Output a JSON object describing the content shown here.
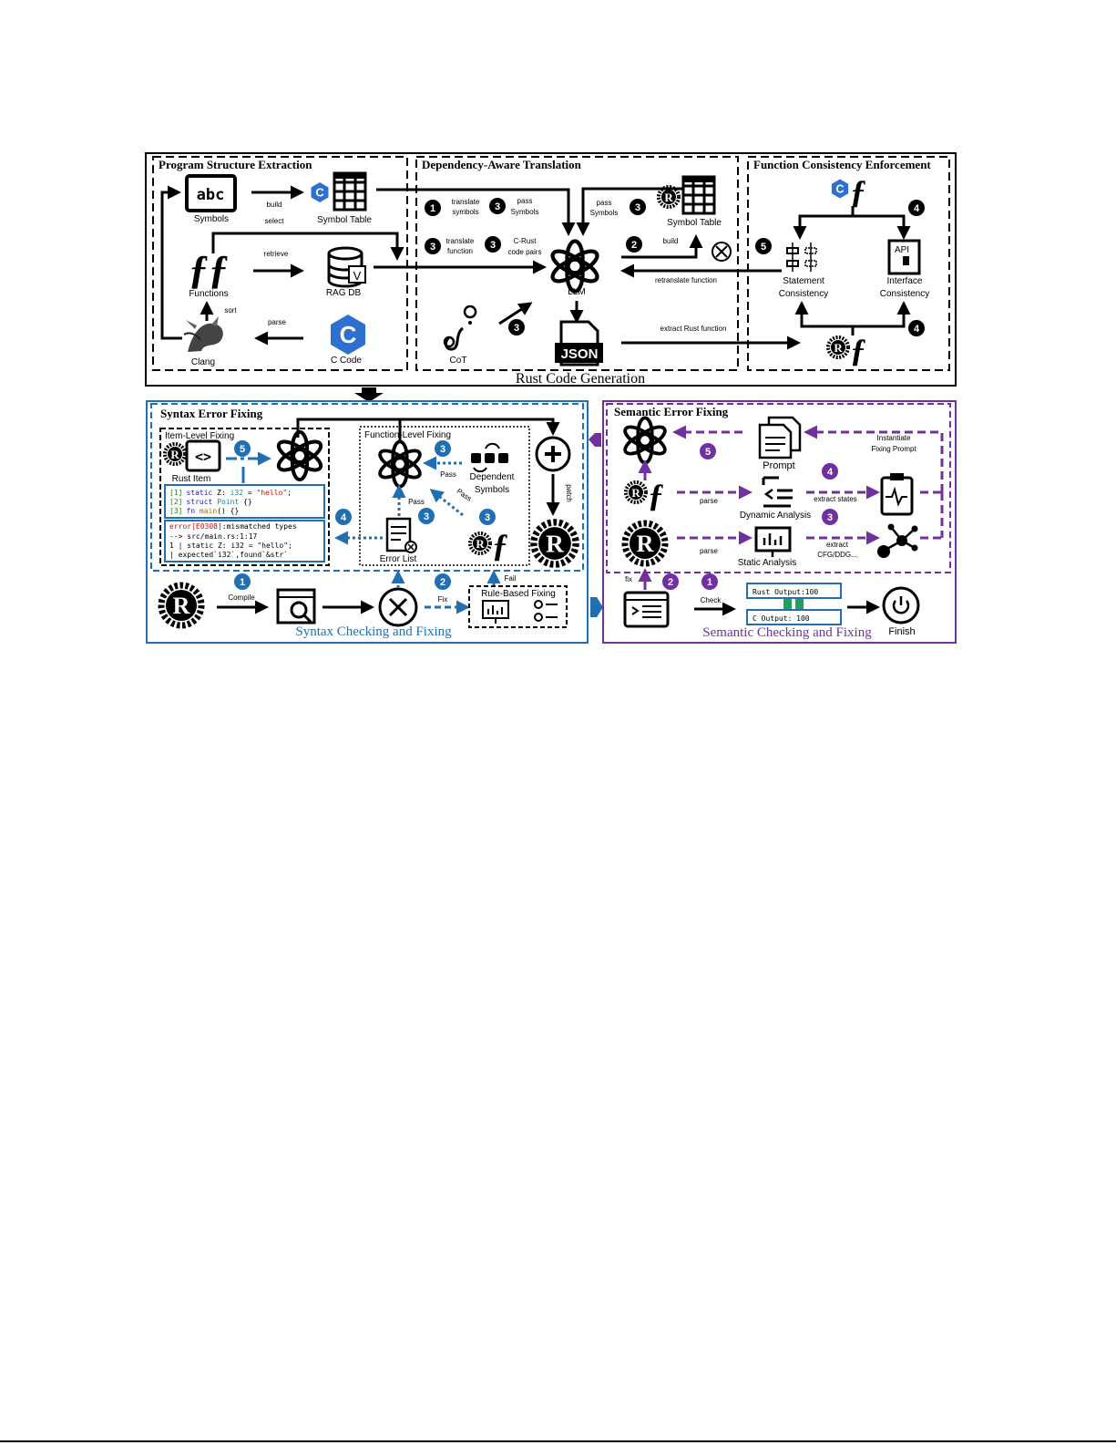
{
  "colors": {
    "black": "#000000",
    "syntax_blue": "#1f6fb2",
    "semantic_purple": "#7030a0",
    "c_logo_blue": "#2e6fd2",
    "code_green": "#1a8a1a",
    "code_red": "#cc1111",
    "output_green": "#22a05a"
  },
  "top": {
    "section_label": "Rust Code Generation",
    "pse": {
      "title": "Program Structure Extraction",
      "symbols_glyph": "abc",
      "symbols": "Symbols",
      "build": "build",
      "select": "select",
      "symbol_table": "Symbol Table",
      "functions": "Functions",
      "retrieve": "retrieve",
      "rag_db": "RAG DB",
      "sort": "sort",
      "parse": "parse",
      "clang": "Clang",
      "c_code": "C Code"
    },
    "dat": {
      "title": "Dependency-Aware Translation",
      "n1": "1",
      "n3": "3",
      "n2": "2",
      "translate_symbols": "translate\nsymbols",
      "pass_symbols": "pass\nSymbols",
      "pass_symbols_right": "pass\nSymbols",
      "translate_function": "translate\nfunction",
      "c_rust_pairs": "C-Rust\ncode pairs",
      "symbol_table": "Symbol Table",
      "build": "build",
      "llm": "LLM",
      "cot": "CoT",
      "json": "JSON",
      "retranslate": "retranslate function",
      "extract_rust": "extract Rust function"
    },
    "fce": {
      "title": "Function Consistency Enforcement",
      "n4": "4",
      "n5": "5",
      "statement": "Statement\nConsistency",
      "interface": "Interface\nConsistency",
      "api": "API"
    }
  },
  "syntax": {
    "title": "Syntax Error Fixing",
    "section_label": "Syntax Checking and Fixing",
    "item_level": "Item-Level Fixing",
    "rust_item": "Rust Item",
    "function_level": "Function-Level Fixing",
    "dependent_symbols": "Dependent\nSymbols",
    "pass": "Pass",
    "error_list": "Error List",
    "patch": "patch",
    "compile": "Compile",
    "fix": "Fix",
    "fail": "Fail",
    "rule_based": "Rule-Based Fixing",
    "code_lines": [
      {
        "idx": "[1]",
        "kw": "static",
        "rest": " Z: ",
        "ty": "i32",
        "eq": " = ",
        "str": "\"hello\"",
        "end": ";"
      },
      {
        "idx": "[2]",
        "kw": "struct",
        "rest": " ",
        "ty": "Point",
        "eq": " {}",
        "str": "",
        "end": ""
      },
      {
        "idx": "[3]",
        "kw": "fn",
        "rest": " ",
        "ty": "main",
        "eq": "() {}",
        "str": "",
        "end": ""
      }
    ],
    "error_lines": {
      "code": "error[E0308]",
      "msg": ":mismatched types",
      "l2": "--> src/main.rs:1:17",
      "l3": "1 | static Z: i32 = \"hello\";",
      "l4": "  | expected`i32`,found`&str`"
    },
    "badges": {
      "one": "1",
      "two": "2",
      "three": "3",
      "four": "4",
      "five": "5"
    }
  },
  "semantic": {
    "title": "Semantic Error Fixing",
    "section_label": "Semantic Checking and Fixing",
    "prompt": "Prompt",
    "instantiate": "Instantiate\nFixing Prompt",
    "parse": "parse",
    "dynamic_analysis": "Dynamic Analysis",
    "extract_states": "extract states",
    "static_analysis": "Static Analysis",
    "extract_cfg": "extract\nCFG/DDG...",
    "fix": "fix",
    "check": "Check",
    "rust_output": "Rust Output:100",
    "c_output": "C   Output: 100",
    "finish": "Finish",
    "badges": {
      "one": "1",
      "two": "2",
      "three": "3",
      "four": "4",
      "five": "5"
    }
  }
}
